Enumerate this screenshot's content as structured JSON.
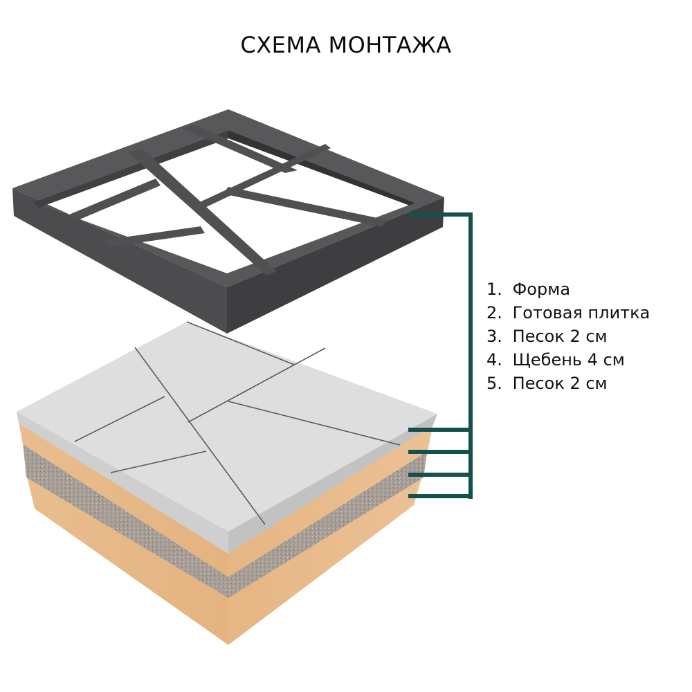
{
  "title": "СХЕМА МОНТАЖА",
  "legend": {
    "items": [
      {
        "num": "1.",
        "label": "Форма"
      },
      {
        "num": "2.",
        "label": "Готовая плитка"
      },
      {
        "num": "3.",
        "label": "Песок 2 см"
      },
      {
        "num": "4.",
        "label": "Щебень 4 см"
      },
      {
        "num": "5.",
        "label": "Песок 2 см"
      }
    ]
  },
  "colors": {
    "bracket": "#14514c",
    "frame": "#4a4a4c",
    "frame_dark": "#3a3a3c",
    "tile_top": "#dcdcdc",
    "tile_side": "#c9c9c9",
    "sand": "#e8b987",
    "gravel": "#a59c96"
  }
}
